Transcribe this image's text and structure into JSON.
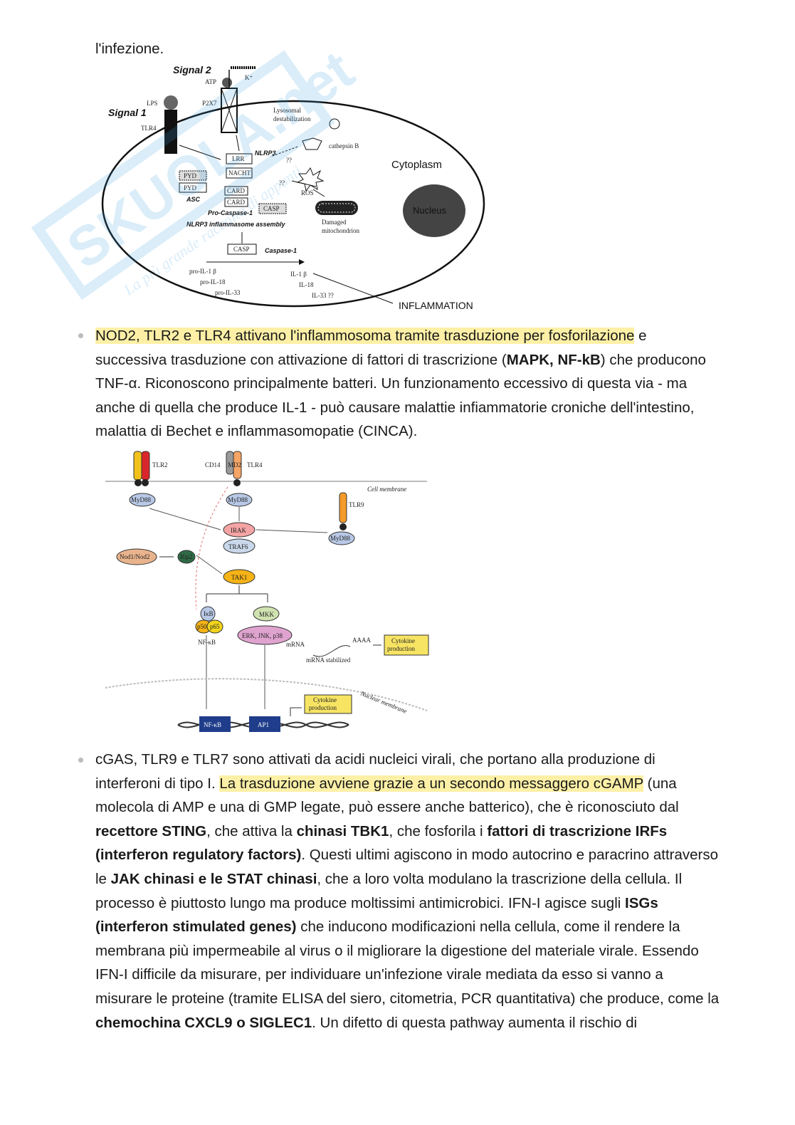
{
  "intro_line": "l'infezione.",
  "watermark": {
    "brand": "SKUOLA.net",
    "tagline": "La più grande raccolta di appunti"
  },
  "figure1": {
    "signal2": "Signal 2",
    "atp": "ATP",
    "k": "K⁺",
    "signal1": "Signal 1",
    "lps": "LPS",
    "tlr4": "TLR4",
    "p2x7": "P2X7",
    "lysosomal": [
      "Lysosomal",
      "destabilization"
    ],
    "cathepsin": "cathepsin B",
    "cytoplasm": "Cytoplasm",
    "nucleus": "Nucleus",
    "nlrp3": "NLRP3",
    "lrr": "LRR",
    "nacht": "NACHT",
    "pyd": "PYD",
    "card": "CARD",
    "casp": "CASP",
    "asc": "ASC",
    "ros": "ROS",
    "qq": "??",
    "qq2": "??",
    "pro_caspase": "Pro-Caspase-1",
    "assembly": "NLRP3 inflammasome assembly",
    "damaged": [
      "Damaged",
      "mitochondrion"
    ],
    "caspase1": "Caspase-1",
    "pro_il": [
      "pro-IL-1 β",
      "pro-IL-18",
      "pro-IL-33"
    ],
    "il": [
      "IL-1 β",
      "IL-18",
      "IL-33 ??"
    ],
    "inflammation": "INFLAMMATION"
  },
  "para1": {
    "highlight": "NOD2, TLR2 e TLR4 attivano l'inflammosoma tramite trasduzione per fosforilazione",
    "t1": " e successiva trasduzione con attivazione di fattori di trascrizione (",
    "b1": "MAPK, NF-kB",
    "t2": ") che producono TNF-α. Riconoscono principalmente batteri. Un funzionamento eccessivo di questa via - ma anche di quella che produce IL-1 - può causare malattie infiammatorie croniche dell'intestino, malattia di Bechet e inflammasomopatie (CINCA)."
  },
  "figure2": {
    "tlr2": "TLR2",
    "cd14": "CD14",
    "md2": "MD2",
    "tlr4": "TLR4",
    "cell_membrane": "Cell membrane",
    "myd88": "MyD88",
    "tlr9": "TLR9",
    "irak": "IRAK",
    "traf6": "TRAF6",
    "nod": "Nod1/Nod2",
    "rip2": "Rip2",
    "tak1": "TAK1",
    "ikb": "IκB",
    "p50": "p50",
    "p65": "p65",
    "mkk": "MKK",
    "erk": "ERK, JNK, p38",
    "nfkb_label": "NF-κB",
    "mrna": "mRNA",
    "aaaa": "AAAA",
    "cytokine": [
      "Cytokine",
      "production"
    ],
    "mrna_stab": "mRNA stabilized",
    "nuclear_membrane": "Nuclear membrane",
    "nfkb_box": "NF-κB",
    "ap1": "AP1"
  },
  "para2": {
    "t1": "cGAS, TLR9 e TLR7 sono attivati da acidi nucleici virali, che portano alla produzione di interferoni di tipo I. ",
    "highlight": "La trasduzione avviene grazie a un secondo messaggero cGAMP",
    "t2": " (una molecola di AMP e una di GMP legate, può essere anche batterico), che è riconosciuto dal ",
    "b1": "recettore STING",
    "t3": ", che attiva la ",
    "b2": "chinasi TBK1",
    "t4": ", che fosforila i ",
    "b3": "fattori di trascrizione IRFs (interferon regulatory factors)",
    "t5": ". Questi ultimi agiscono in modo autocrino e paracrino attraverso le ",
    "b4": "JAK chinasi e le STAT chinasi",
    "t6": ", che a loro volta modulano la trascrizione della cellula. Il processo è piuttosto lungo ma produce moltissimi antimicrobici. IFN-I agisce sugli ",
    "b5": "ISGs (interferon stimulated genes)",
    "t7": " che inducono modificazioni nella cellula, come il rendere la membrana più impermeabile al virus o il migliorare la digestione del materiale virale. Essendo IFN-I difficile da misurare, per individuare un'infezione virale mediata da esso si vanno a misurare le proteine (tramite ELISA del siero, citometria, PCR quantitativa) che produce, come la ",
    "b6": "chemochina CXCL9 o SIGLEC1",
    "t8": ". Un difetto di questa pathway aumenta il rischio di"
  }
}
